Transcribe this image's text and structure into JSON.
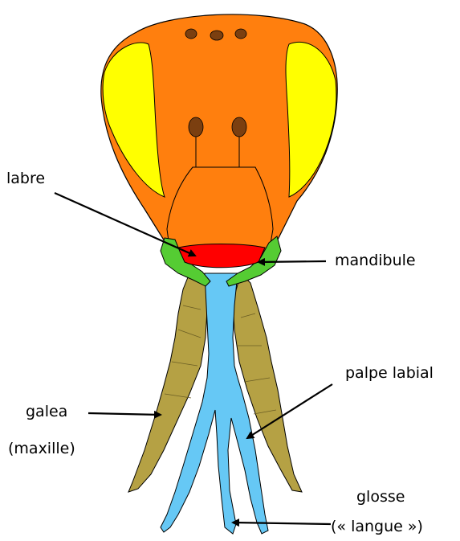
{
  "labels": {
    "labre": "labre",
    "mandibule": "mandibule",
    "palpe_labial": "palpe labial",
    "galea": "galea",
    "maxille": "(maxille)",
    "glosse": "glosse",
    "langue": "(« langue »)"
  },
  "colors": {
    "head": "#ff7f0e",
    "eyes": "#ffff00",
    "ocelli": "#7b3f10",
    "labrum": "#ff0000",
    "mandibles": "#55cc33",
    "labium": "#66c8f5",
    "galea": "#b5a144",
    "outline": "#000000"
  }
}
